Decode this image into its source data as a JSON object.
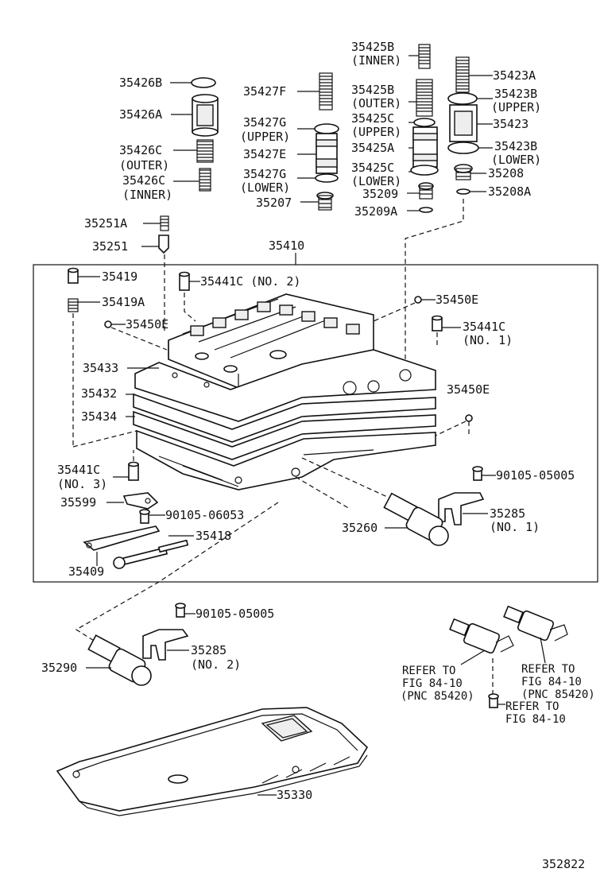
{
  "labels": {
    "p35426B": "35426B",
    "p35426A": "35426A",
    "p35426C_outer": "35426C",
    "p35426C_outer_sub": "(OUTER)",
    "p35426C_inner": "35426C",
    "p35426C_inner_sub": "(INNER)",
    "p35427F": "35427F",
    "p35427G_upper": "35427G",
    "p35427G_upper_sub": "(UPPER)",
    "p35427E": "35427E",
    "p35427G_lower": "35427G",
    "p35427G_lower_sub": "(LOWER)",
    "p35207": "35207",
    "p35425B_inner": "35425B",
    "p35425B_inner_sub": "(INNER)",
    "p35425B_outer": "35425B",
    "p35425B_outer_sub": "(OUTER)",
    "p35425C_upper": "35425C",
    "p35425C_upper_sub": "(UPPER)",
    "p35425A": "35425A",
    "p35425C_lower": "35425C",
    "p35425C_lower_sub": "(LOWER)",
    "p35209": "35209",
    "p35209A": "35209A",
    "p35423A": "35423A",
    "p35423B_upper": "35423B",
    "p35423B_upper_sub": "(UPPER)",
    "p35423": "35423",
    "p35423B_lower": "35423B",
    "p35423B_lower_sub": "(LOWER)",
    "p35208": "35208",
    "p35208A": "35208A",
    "p35251A": "35251A",
    "p35251": "35251",
    "p35410": "35410",
    "p35419": "35419",
    "p35419A": "35419A",
    "p35441C_no2": "35441C (NO. 2)",
    "p35450E_a": "35450E",
    "p35450E_b": "35450E",
    "p35441C_no1": "35441C",
    "p35441C_no1_sub": "(NO. 1)",
    "p35433": "35433",
    "p35432": "35432",
    "p35434": "35434",
    "p35450E_c": "35450E",
    "p35441C_no3": "35441C",
    "p35441C_no3_sub": "(NO. 3)",
    "p35599": "35599",
    "p90105_06053": "90105-06053",
    "p35418": "35418",
    "p35409": "35409",
    "p90105_05005_a": "90105-05005",
    "p35285_no1": "35285",
    "p35285_no1_sub": "(NO. 1)",
    "p35260": "35260",
    "p90105_05005_b": "90105-05005",
    "p35285_no2": "35285",
    "p35285_no2_sub": "(NO. 2)",
    "p35290": "35290",
    "refer1_l1": "REFER TO",
    "refer1_l2": "FIG 84-10",
    "refer1_l3": "(PNC 85420)",
    "refer2_l1": "REFER TO",
    "refer2_l2": "FIG 84-10",
    "refer2_l3": "(PNC 85420)",
    "refer3_l1": "REFER TO",
    "refer3_l2": "FIG 84-10",
    "p35330": "35330",
    "fig_number": "352822"
  }
}
